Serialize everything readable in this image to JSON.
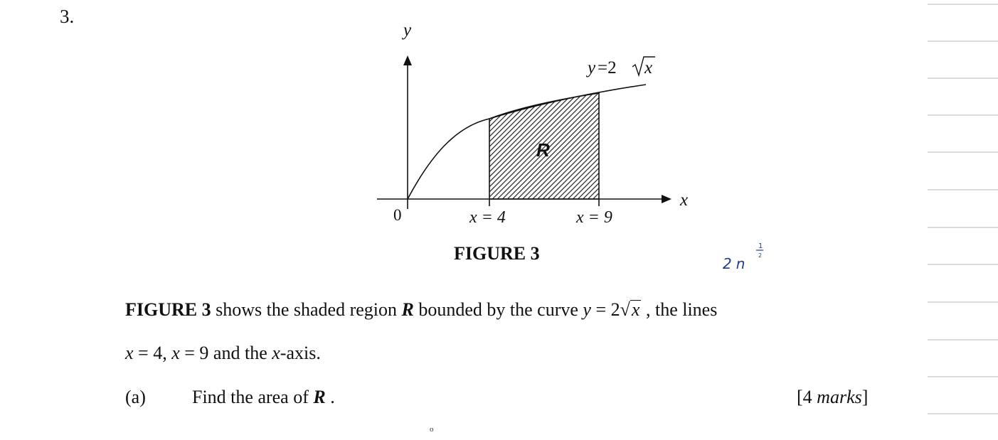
{
  "question": {
    "number": "3."
  },
  "figure": {
    "axis_y_label": "y",
    "axis_x_label": "x",
    "origin_label": "0",
    "curve_label_lhs": "y",
    "curve_label_eq": "=2",
    "curve_label_radicand": "x",
    "region_label": "R",
    "line1_label": "x = 4",
    "line2_label": "x = 9",
    "caption": "FIGURE 3"
  },
  "text": {
    "p1_figref": "FIGURE 3",
    "p1_a": " shows the shaded region ",
    "p1_R": "R",
    "p1_b": " bounded by the curve ",
    "p1_eq_y": "y",
    "p1_eq_mid": " = 2",
    "p1_eq_x": "x",
    "p1_c": " , the lines",
    "p2_a": "x",
    "p2_b": " = 4, ",
    "p2_c": "x",
    "p2_d": " = 9  and the ",
    "p2_e": "x",
    "p2_f": "-axis.",
    "part_a_label": "(a)",
    "part_a_text": "Find the area of ",
    "part_a_R": "R",
    "part_a_end": " .",
    "marks_open": "[4 ",
    "marks_word": "marks",
    "marks_close": "]"
  },
  "handwriting": {
    "base": "2n",
    "exponent_num": "1",
    "exponent_den": "2"
  },
  "colors": {
    "ink": "#111111",
    "handwriting": "#1f3a9c",
    "ruled_lines": "#c8c8c8"
  }
}
